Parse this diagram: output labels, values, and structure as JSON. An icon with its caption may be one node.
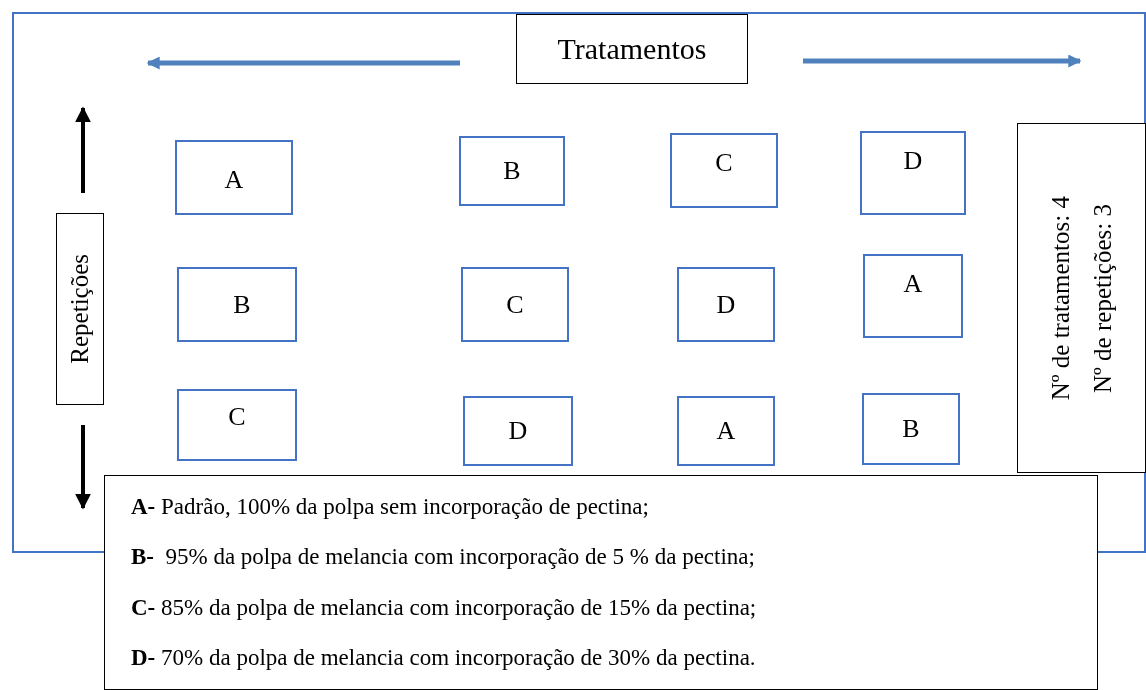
{
  "diagram": {
    "nodes": [
      {
        "text": [
          "Tratamentos"
        ]
      },
      {
        "text": [
          "Repetições"
        ]
      },
      {
        "text": [
          "A"
        ]
      },
      {
        "text": [
          "B"
        ]
      },
      {
        "text": [
          "C"
        ]
      },
      {
        "text": [
          "D"
        ]
      },
      {
        "text": [
          "B"
        ]
      },
      {
        "text": [
          "C"
        ]
      },
      {
        "text": [
          "D"
        ]
      },
      {
        "text": [
          "A"
        ]
      },
      {
        "text": [
          "C"
        ]
      },
      {
        "text": [
          "D"
        ]
      },
      {
        "text": [
          "A"
        ]
      },
      {
        "text": [
          "B"
        ]
      },
      {
        "text": [
          "Nº de tratamentos: 4",
          "Nº de repetições: 3"
        ]
      },
      {
        "text": [
          "**A-** Padrão, 100% da polpa sem incorporação de pectina;",
          "**B-**  95% da polpa de melancia com incorporação de 5 % da pectina;",
          "**C-** 85% da polpa de melancia com incorporação de 15% da pectina;",
          "**D-** 70% da polpa de melancia com incorporação de 30% da pectina."
        ]
      }
    ]
  }
}
